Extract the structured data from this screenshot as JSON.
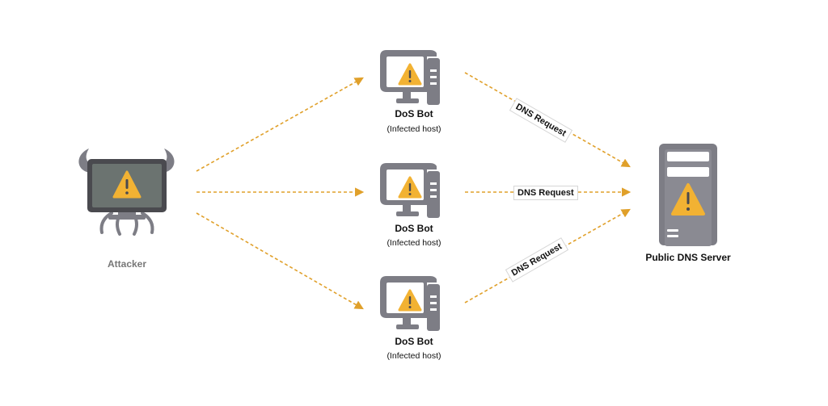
{
  "colors": {
    "arrow": "#e0a02a",
    "device": "#7d7d85",
    "device_dark": "#4a4a4f",
    "screen": "#6b7370",
    "warning": "#f2b233",
    "background": "#ffffff"
  },
  "attacker": {
    "label": "Attacker",
    "icon": "horned-monitor-warning-icon"
  },
  "bots": [
    {
      "title": "DoS Bot",
      "subtitle": "(Infected host)",
      "icon": "infected-pc-icon"
    },
    {
      "title": "DoS Bot",
      "subtitle": "(Infected host)",
      "icon": "infected-pc-icon"
    },
    {
      "title": "DoS Bot",
      "subtitle": "(Infected host)",
      "icon": "infected-pc-icon"
    }
  ],
  "server": {
    "label": "Public DNS Server",
    "icon": "server-warning-icon"
  },
  "requests": [
    {
      "label": "DNS Request"
    },
    {
      "label": "DNS Request"
    },
    {
      "label": "DNS Request"
    }
  ]
}
